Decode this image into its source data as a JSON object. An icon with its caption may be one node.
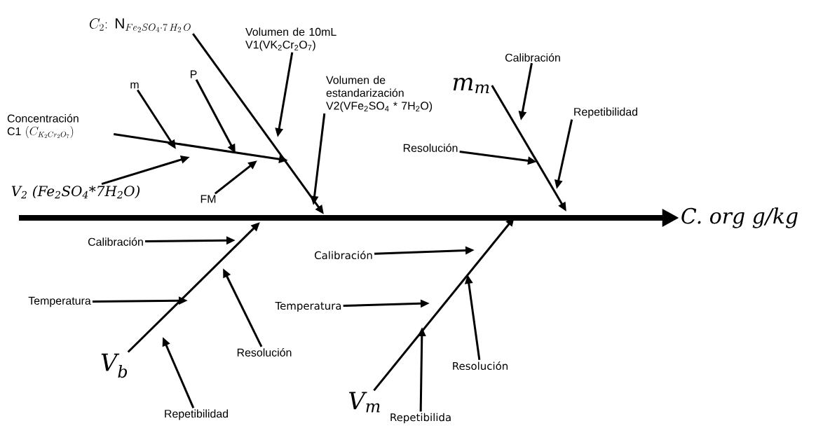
{
  "diagram": {
    "nodes": [
      {
        "text": [
          "C_{2}\\mathrm{:\\,N}_{Fe_{2}SO_{4}\\cdot 7\\,H_{2}\\,O}"
        ]
      },
      {
        "text": [
          "Volumen de 10mL V1(VK$_{2}$Cr$_{2}$O$_{7}$)"
        ]
      },
      {
        "text": [
          "m"
        ]
      },
      {
        "text": [
          "P"
        ]
      },
      {
        "text": [
          "Concentración",
          "\\mathrm{C1}\\ (C_{K_{2}Cr_{2}O_{7}})"
        ]
      },
      {
        "text": [
          "Volumen de estandarización V2(VFe$_{2}$SO$_{4}$ * 7H$_{2}$O)"
        ]
      },
      {
        "text": [
          "V$_{2}$ (Fe$_{2}$SO$_{4}$*7H$_{2}$O)"
        ]
      },
      {
        "text": [
          "FM"
        ]
      },
      {
        "text": [
          "m$_{m}$"
        ]
      },
      {
        "text": [
          "Calibración"
        ]
      },
      {
        "text": [
          "Repetibilidad"
        ]
      },
      {
        "text": [
          "Resolución"
        ]
      },
      {
        "text": [
          "C. org g/kg"
        ]
      },
      {
        "text": [
          "Calibración"
        ]
      },
      {
        "text": [
          "Temperatura"
        ]
      },
      {
        "text": [
          "Resolución"
        ]
      },
      {
        "text": [
          "V$_{b}$"
        ]
      },
      {
        "text": [
          "Repetibilidad"
        ]
      },
      {
        "text": [
          "Calibración"
        ]
      },
      {
        "text": [
          "Temperatura"
        ]
      },
      {
        "text": [
          "Resolución"
        ]
      },
      {
        "text": [
          "V$_{m}$"
        ]
      },
      {
        "text": [
          "Repetibilida"
        ]
      }
    ],
    "edges": [
      {
        "from": null,
        "to": 12,
        "arrow": "to",
        "style": "thick"
      },
      {
        "from": 0,
        "to": null,
        "arrow": "to"
      },
      {
        "from": 1,
        "to": null,
        "arrow": "to"
      },
      {
        "from": 5,
        "to": null,
        "arrow": "to"
      },
      {
        "from": 4,
        "to": null,
        "arrow": "to"
      },
      {
        "from": 2,
        "to": null,
        "arrow": "to"
      },
      {
        "from": 3,
        "to": null,
        "arrow": "to"
      },
      {
        "from": 6,
        "to": null,
        "arrow": "to"
      },
      {
        "from": 7,
        "to": null,
        "arrow": "to"
      },
      {
        "from": 8,
        "to": null,
        "arrow": "to"
      },
      {
        "from": 9,
        "to": null,
        "arrow": "to"
      },
      {
        "from": 10,
        "to": null,
        "arrow": "to"
      },
      {
        "from": 11,
        "to": null,
        "arrow": "to"
      },
      {
        "from": 16,
        "to": null,
        "arrow": "to"
      },
      {
        "from": 13,
        "to": null,
        "arrow": "to"
      },
      {
        "from": 14,
        "to": null,
        "arrow": "to"
      },
      {
        "from": 15,
        "to": null,
        "arrow": "to"
      },
      {
        "from": 17,
        "to": null,
        "arrow": "to"
      },
      {
        "from": 21,
        "to": null,
        "arrow": "to"
      },
      {
        "from": 18,
        "to": null,
        "arrow": "to"
      },
      {
        "from": 19,
        "to": null,
        "arrow": "to"
      },
      {
        "from": 20,
        "to": null,
        "arrow": "to"
      },
      {
        "from": 22,
        "to": null,
        "arrow": "to"
      }
    ]
  }
}
